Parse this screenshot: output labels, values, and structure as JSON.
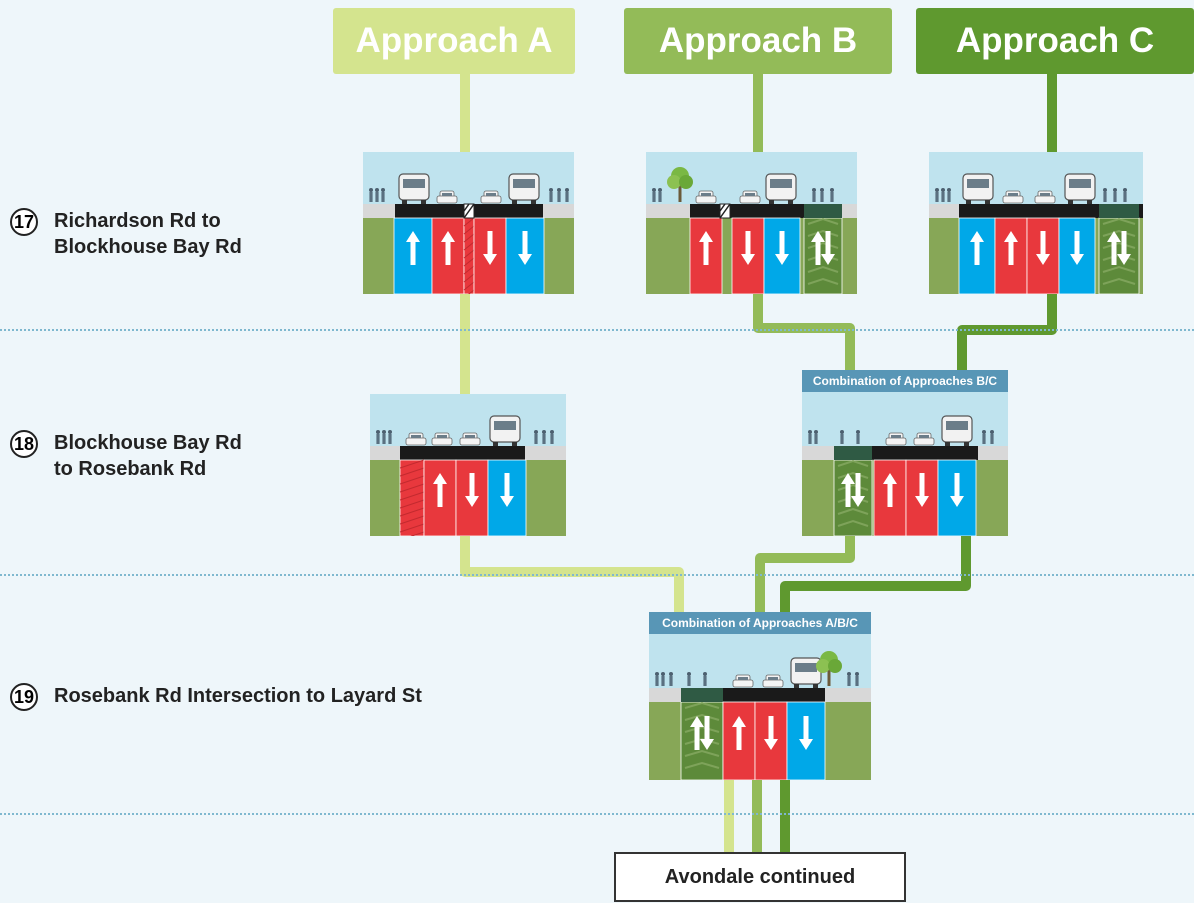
{
  "approaches": {
    "a": "Approach A",
    "b": "Approach B",
    "c": "Approach C"
  },
  "sections": [
    {
      "number": "17",
      "line1": "Richardson Rd to",
      "line2": "Blockhouse Bay Rd"
    },
    {
      "number": "18",
      "line1": "Blockhouse Bay Rd",
      "line2": "to Rosebank Rd"
    },
    {
      "number": "19",
      "line1": "Rosebank Rd Intersection to Layard St",
      "line2": ""
    }
  ],
  "combinations": {
    "bc": "Combination of Approaches B/C",
    "abc": "Combination of Approaches A/B/C"
  },
  "footer": "Avondale continued",
  "colors": {
    "approach_a": "#d4e48e",
    "approach_b": "#93bb58",
    "approach_c": "#5f992f",
    "bus_lane": "#00a8e8",
    "general_lane": "#e8383d",
    "cycle_path": "#5d8a3a",
    "sky": "#bfe3ee",
    "verge": "#87a757"
  },
  "lane_icons": {
    "up": "arrow-up-icon",
    "down": "arrow-down-icon",
    "both": "two-way-arrow-icon"
  }
}
